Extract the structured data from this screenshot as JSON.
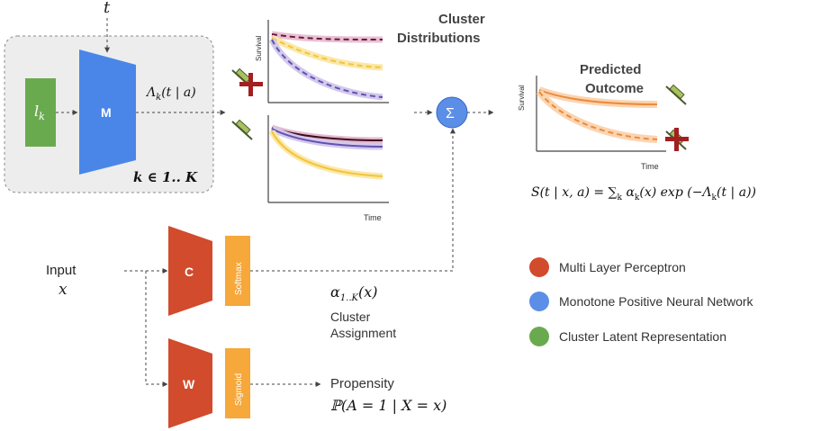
{
  "inputs": {
    "t": "t",
    "input_label": "Input",
    "input_var": "x"
  },
  "blocks": {
    "latent": "l",
    "latent_sub": "k",
    "m": "M",
    "c": "C",
    "w": "W",
    "softmax": "Softmax",
    "sigmoid": "Sigmoid",
    "sum": "Σ"
  },
  "math": {
    "lambda": "Λ",
    "lambda_sub": "k",
    "lambda_args": "(t | a)",
    "k_range": "k ∈ 1.. K",
    "alpha": "α",
    "alpha_sub": "1..K",
    "alpha_args": "(x)",
    "propensity": "ℙ(A = 1 | X = x)",
    "survival_eq": "S(t | x, a) = ∑",
    "survival_eq_sub": "k",
    "survival_eq_rest": " α",
    "survival_eq_rest_sub": "k",
    "survival_eq_tail": "(x) exp (−Λ",
    "survival_eq_tail_sub": "k",
    "survival_eq_end": "(t | a))"
  },
  "labels": {
    "cluster_distributions_1": "Cluster",
    "cluster_distributions_2": "Distributions",
    "predicted_outcome_1": "Predicted",
    "predicted_outcome_2": "Outcome",
    "cluster_assignment_1": "Cluster",
    "cluster_assignment_2": "Assignment",
    "propensity": "Propensity",
    "survival_axis": "Survival",
    "time_axis": "Time"
  },
  "legend": [
    {
      "label": "Multi Layer Perceptron",
      "color": "#d14b2c"
    },
    {
      "label": "Monotone Positive Neural Network",
      "color": "#5b8ee6"
    },
    {
      "label": "Cluster Latent Representation",
      "color": "#6aaa4f"
    }
  ],
  "colors": {
    "mlp": "#d14b2c",
    "mpnn": "#4a86e8",
    "latent": "#6aaa4f",
    "act": "#f6a83a",
    "panel": "#ededed",
    "purple": "#7561b8",
    "yellow": "#f2c43a",
    "maroon": "#6b1a3a",
    "orange": "#ec8a3a"
  }
}
